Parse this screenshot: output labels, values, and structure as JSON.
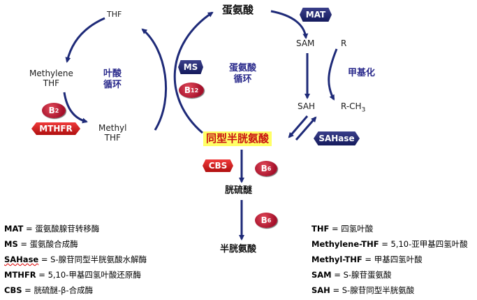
{
  "nodes": {
    "thf": "THF",
    "methylene_thf": "Methylene\nTHF",
    "methyl_thf": "Methyl\nTHF",
    "methionine": "蛋氨酸",
    "sam": "SAM",
    "r": "R",
    "sah": "SAH",
    "r_ch3": "R-CH",
    "r_ch3_sub": "3",
    "homocysteine": "同型半胱氨酸",
    "cystathionine": "胱硫醚",
    "cysteine": "半胱氨酸"
  },
  "cycles": {
    "folate": "叶酸\n循环",
    "methionine": "蛋氨酸\n循环",
    "methylation": "甲基化"
  },
  "enzymes": {
    "mat": "MAT",
    "ms": "MS",
    "b12": "B",
    "b12_sub": "12",
    "b2": "B",
    "b2_sub": "2",
    "mthfr": "MTHFR",
    "sahase": "SAHase",
    "cbs": "CBS",
    "b6_a": "B",
    "b6_a_sub": "6",
    "b6_b": "B",
    "b6_b_sub": "6"
  },
  "legend_left": [
    {
      "key": "MAT",
      "value": " = 蛋氨酸腺苷转移酶"
    },
    {
      "key": "MS",
      "value": " = 蛋氨酸合成酶"
    },
    {
      "key": "SAHase",
      "value": " = S-腺苷同型半胱氨酸水解酶"
    },
    {
      "key": "MTHFR",
      "value": " = 5,10-甲基四氢叶酸还原酶"
    },
    {
      "key": "CBS",
      "value": " = 胱硫醚-β-合成酶"
    }
  ],
  "legend_right": [
    {
      "key": "THF",
      "value": " = 四氢叶酸"
    },
    {
      "key": "Methylene-THF",
      "value": " = 5,10-亚甲基四氢叶酸"
    },
    {
      "key": "Methyl-THF",
      "value": " = 甲基四氢叶酸"
    },
    {
      "key": "SAM",
      "value": " = S-腺苷蛋氨酸"
    },
    {
      "key": "SAH",
      "value": " = S-腺苷同型半胱氨酸"
    }
  ],
  "colors": {
    "arrow": "#1e2a78",
    "enzyme_red": "#b00f0f",
    "enzyme_navy": "#141a5c",
    "highlight": "#ffff66"
  }
}
